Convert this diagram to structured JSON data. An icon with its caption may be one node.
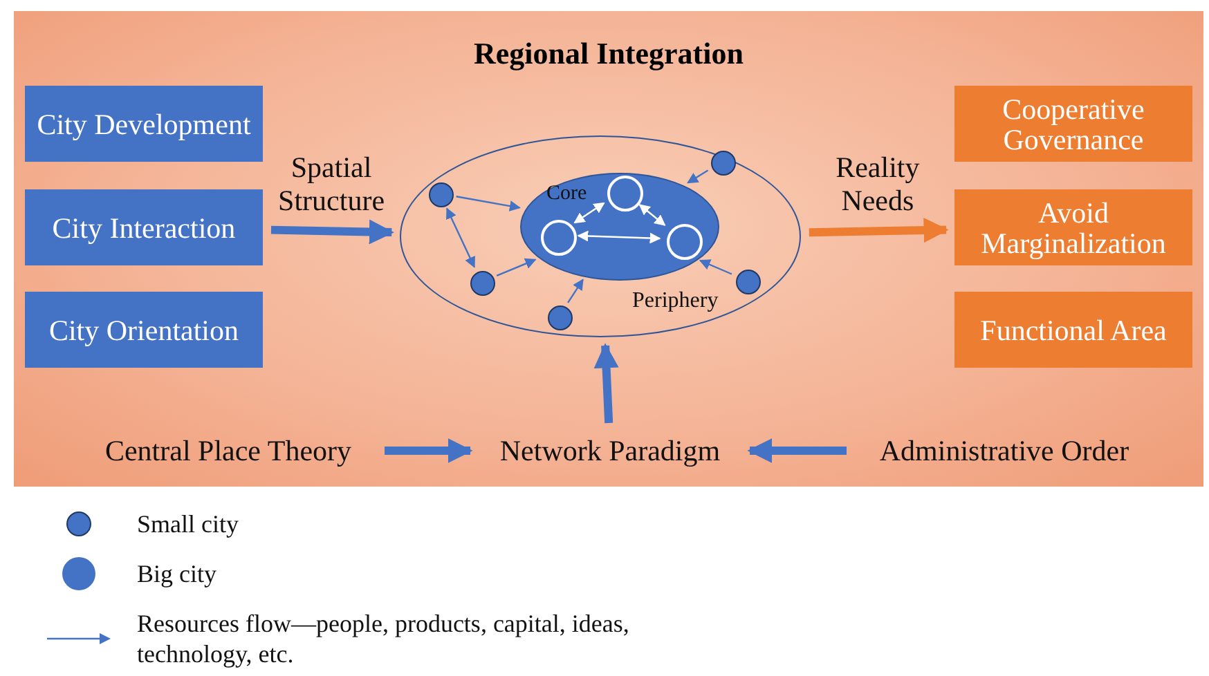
{
  "diagram": {
    "nodes": [
      {
        "text": [
          "Regional Integration"
        ]
      },
      {
        "text": [
          "City Development"
        ],
        "in": 0
      },
      {
        "text": [
          "City Interaction"
        ],
        "in": 0
      },
      {
        "text": [
          "City Orientation"
        ],
        "in": 0
      },
      {
        "text": [
          "Periphery"
        ],
        "in": 0
      },
      {
        "text": [
          "Core"
        ],
        "in": 4
      },
      {
        "text": [],
        "shape": "circle",
        "in": 5
      },
      {
        "text": [],
        "shape": "circle",
        "in": 5
      },
      {
        "text": [],
        "shape": "circle",
        "in": 5
      },
      {
        "text": [],
        "shape": "circle",
        "in": 4
      },
      {
        "text": [],
        "shape": "circle",
        "in": 4
      },
      {
        "text": [],
        "shape": "circle",
        "in": 4
      },
      {
        "text": [],
        "shape": "circle",
        "in": 4
      },
      {
        "text": [],
        "shape": "circle",
        "in": 4
      },
      {
        "text": [
          "Cooperative Governance"
        ],
        "in": 0
      },
      {
        "text": [
          "Avoid Marginalization"
        ],
        "in": 0
      },
      {
        "text": [
          "Functional Area"
        ],
        "in": 0
      },
      {
        "text": [
          "Central Place Theory"
        ],
        "in": 0
      },
      {
        "text": [
          "Network Paradigm"
        ],
        "in": 0
      },
      {
        "text": [
          "Administrative Order"
        ],
        "in": 0
      }
    ],
    "edges": [
      {
        "from": 2,
        "to": 4,
        "arrow": "to",
        "label": "Spatial Structure",
        "style": "thick"
      },
      {
        "from": 4,
        "to": 15,
        "arrow": "to",
        "label": "Reality Needs",
        "style": "thick",
        "color": "#ed7d31"
      },
      {
        "from": 17,
        "to": 18,
        "arrow": "to",
        "style": "thick"
      },
      {
        "from": 19,
        "to": 18,
        "arrow": "to",
        "style": "thick"
      },
      {
        "from": 18,
        "to": 4,
        "arrow": "to",
        "style": "thick"
      },
      {
        "from": 9,
        "to": 5,
        "arrow": "to"
      },
      {
        "from": 9,
        "to": 10,
        "arrow": "both"
      },
      {
        "from": 10,
        "to": 5,
        "arrow": "to"
      },
      {
        "from": 11,
        "to": 5,
        "arrow": "to"
      },
      {
        "from": 12,
        "to": 5,
        "arrow": "to"
      },
      {
        "from": 13,
        "to": 5,
        "arrow": "to"
      },
      {
        "from": 6,
        "to": 7,
        "arrow": "both",
        "color": "#ffffff"
      },
      {
        "from": 7,
        "to": 8,
        "arrow": "both",
        "color": "#ffffff"
      },
      {
        "from": 6,
        "to": 8,
        "arrow": "both",
        "color": "#ffffff"
      }
    ],
    "legend": [
      {
        "text": "Small city"
      },
      {
        "text": "Big city"
      },
      {
        "text": "Resources flow—people, products, capital, ideas, technology, etc."
      }
    ]
  }
}
